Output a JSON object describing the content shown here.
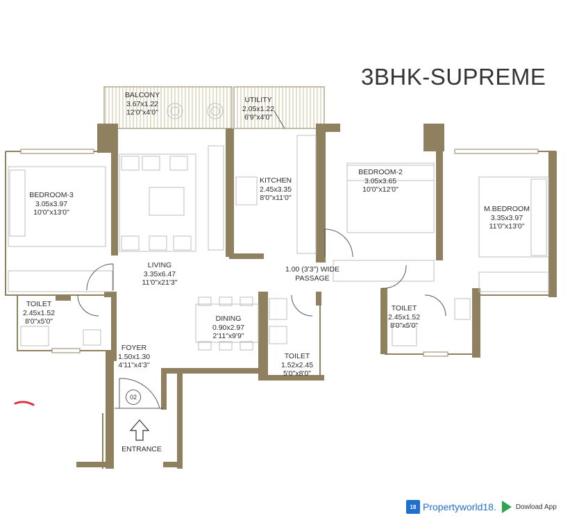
{
  "title": "3BHK-SUPREME",
  "colors": {
    "wall": "#8f8060",
    "furniture": "#bdbdbd",
    "balcony_hatch": "#d8cfb6",
    "accent": "#1f6fd1"
  },
  "rooms": {
    "balcony": {
      "name": "BALCONY",
      "metric": "3.67x1.22",
      "imperial": "12'0\"x4'0\""
    },
    "utility": {
      "name": "UTILITY",
      "metric": "2.05x1.22",
      "imperial": "6'9\"x4'0\""
    },
    "kitchen": {
      "name": "KITCHEN",
      "metric": "2.45x3.35",
      "imperial": "8'0\"x11'0\""
    },
    "bedroom2": {
      "name": "BEDROOM-2",
      "metric": "3.05x3.65",
      "imperial": "10'0\"x12'0\""
    },
    "bedroom3": {
      "name": "BEDROOM-3",
      "metric": "3.05x3.97",
      "imperial": "10'0\"x13'0\""
    },
    "mbedroom": {
      "name": "M.BEDROOM",
      "metric": "3.35x3.97",
      "imperial": "11'0\"x13'0\""
    },
    "living": {
      "name": "LIVING",
      "metric": "3.35x6.47",
      "imperial": "11'0\"x21'3\""
    },
    "passage": {
      "name": "1.00 (3'3\") WIDE",
      "metric": "PASSAGE"
    },
    "toilet1": {
      "name": "TOILET",
      "metric": "2.45x1.52",
      "imperial": "8'0\"x5'0\""
    },
    "dining": {
      "name": "DINING",
      "metric": "0.90x2.97",
      "imperial": "2'11\"x9'9\""
    },
    "toilet2": {
      "name": "TOILET",
      "metric": "1.52x2.45",
      "imperial": "5'0\"x8'0\""
    },
    "toilet3": {
      "name": "TOILET",
      "metric": "2.45x1.52",
      "imperial": "8'0\"x5'0\""
    },
    "foyer": {
      "name": "FOYER",
      "metric": "1.50x1.30",
      "imperial": "4'11\"x4'3\""
    },
    "entrance": {
      "name": "ENTRANCE"
    }
  },
  "door_number": "02",
  "watermark": {
    "logo": "18",
    "brand": "Propertyworld18.",
    "download": "Dowload App",
    "icon": "play-store-icon"
  }
}
